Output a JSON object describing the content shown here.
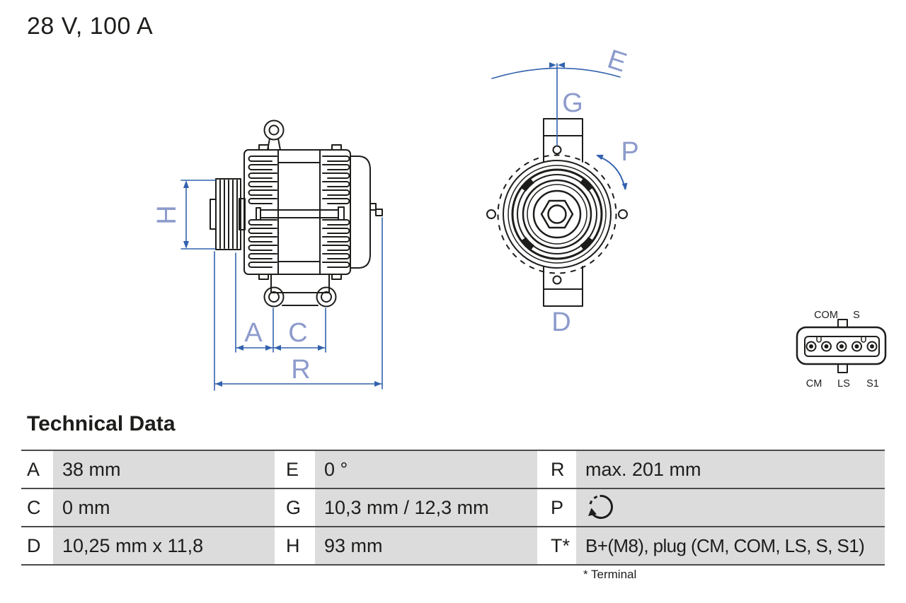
{
  "header": {
    "title": "28 V, 100 A"
  },
  "drawing": {
    "dimension_labels": {
      "H": "H",
      "A": "A",
      "C": "C",
      "R": "R",
      "E": "E",
      "G": "G",
      "P": "P",
      "D": "D"
    },
    "connector": {
      "top_labels": [
        "COM",
        "S"
      ],
      "bottom_labels": [
        "CM",
        "LS",
        "S1"
      ]
    }
  },
  "technical_data": {
    "heading": "Technical Data",
    "rows": [
      [
        {
          "key": "A",
          "value": "38 mm"
        },
        {
          "key": "E",
          "value": "0 °"
        },
        {
          "key": "R",
          "value": "max. 201 mm"
        }
      ],
      [
        {
          "key": "C",
          "value": "0 mm"
        },
        {
          "key": "G",
          "value": "10,3 mm / 12,3 mm"
        },
        {
          "key": "P",
          "value": "",
          "icon": "rotation-direction-icon"
        }
      ],
      [
        {
          "key": "D",
          "value": "10,25 mm x 11,8"
        },
        {
          "key": "H",
          "value": "93 mm"
        },
        {
          "key": "T*",
          "value": "B+(M8), plug (CM, COM, LS, S, S1)"
        }
      ]
    ],
    "footnote": "* Terminal"
  },
  "colors": {
    "ink": "#1d1d1b",
    "dimension_line": "#3262ae",
    "dimension_label": "#8d9bcc",
    "cell_background": "#dcdcdd",
    "rule": "#4b4b4b"
  }
}
